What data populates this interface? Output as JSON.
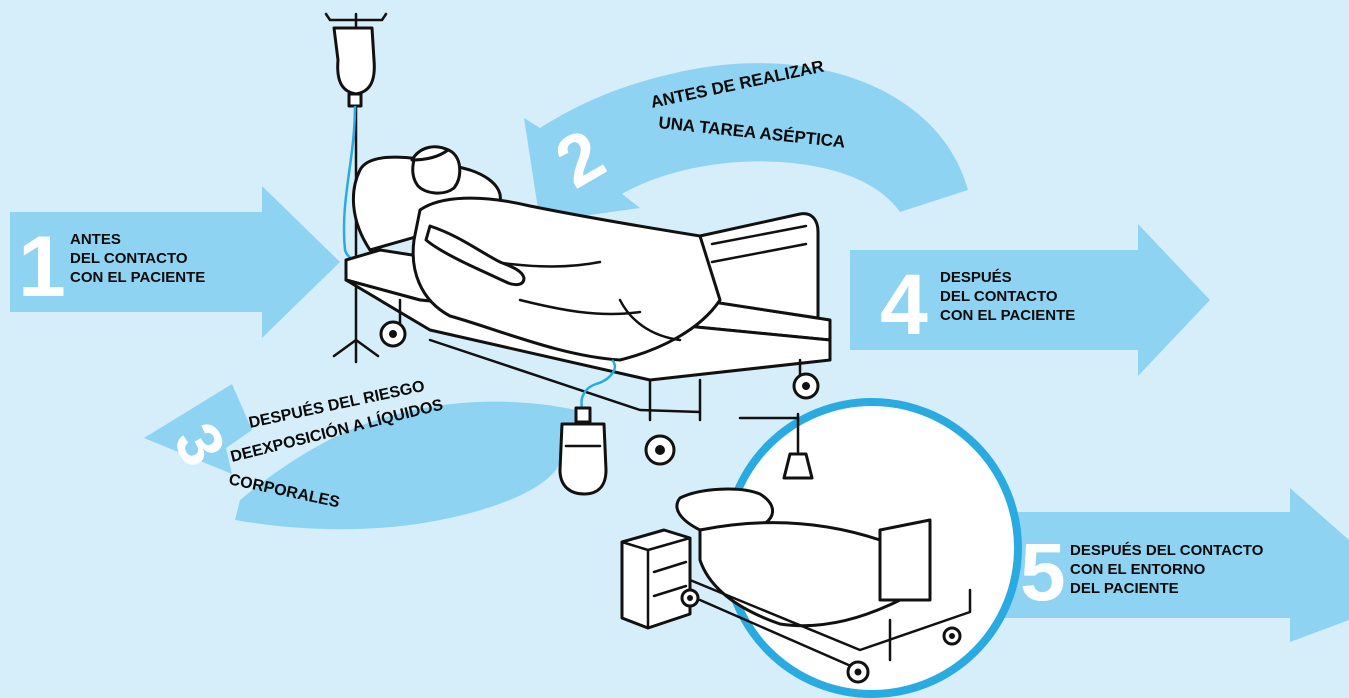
{
  "colors": {
    "background": "#d6eef9",
    "arrow": "#8fd3f2",
    "circle_ring": "#29abe2",
    "tube": "#29abe2"
  },
  "moments": [
    {
      "number": "1",
      "lines": [
        "ANTES",
        "DEL CONTACTO",
        "CON EL PACIENTE"
      ]
    },
    {
      "number": "2",
      "lines": [
        "ANTES DE REALIZAR",
        "UNA TAREA ASÉPTICA"
      ]
    },
    {
      "number": "3",
      "lines": [
        "DESPUÉS DEL RIESGO",
        "DEEXPOSICIÓN A LÍQUIDOS",
        "CORPORALES"
      ]
    },
    {
      "number": "4",
      "lines": [
        "DESPUÉS",
        "DEL CONTACTO",
        "CON EL PACIENTE"
      ]
    },
    {
      "number": "5",
      "lines": [
        "DESPUÉS DEL CONTACTO",
        "CON EL ENTORNO",
        "DEL PACIENTE"
      ]
    }
  ],
  "icons": [
    "iv-drip-icon",
    "hospital-bed-icon",
    "patient-icon",
    "urine-bag-icon",
    "bedside-table-icon",
    "empty-bed-icon",
    "call-light-icon"
  ]
}
